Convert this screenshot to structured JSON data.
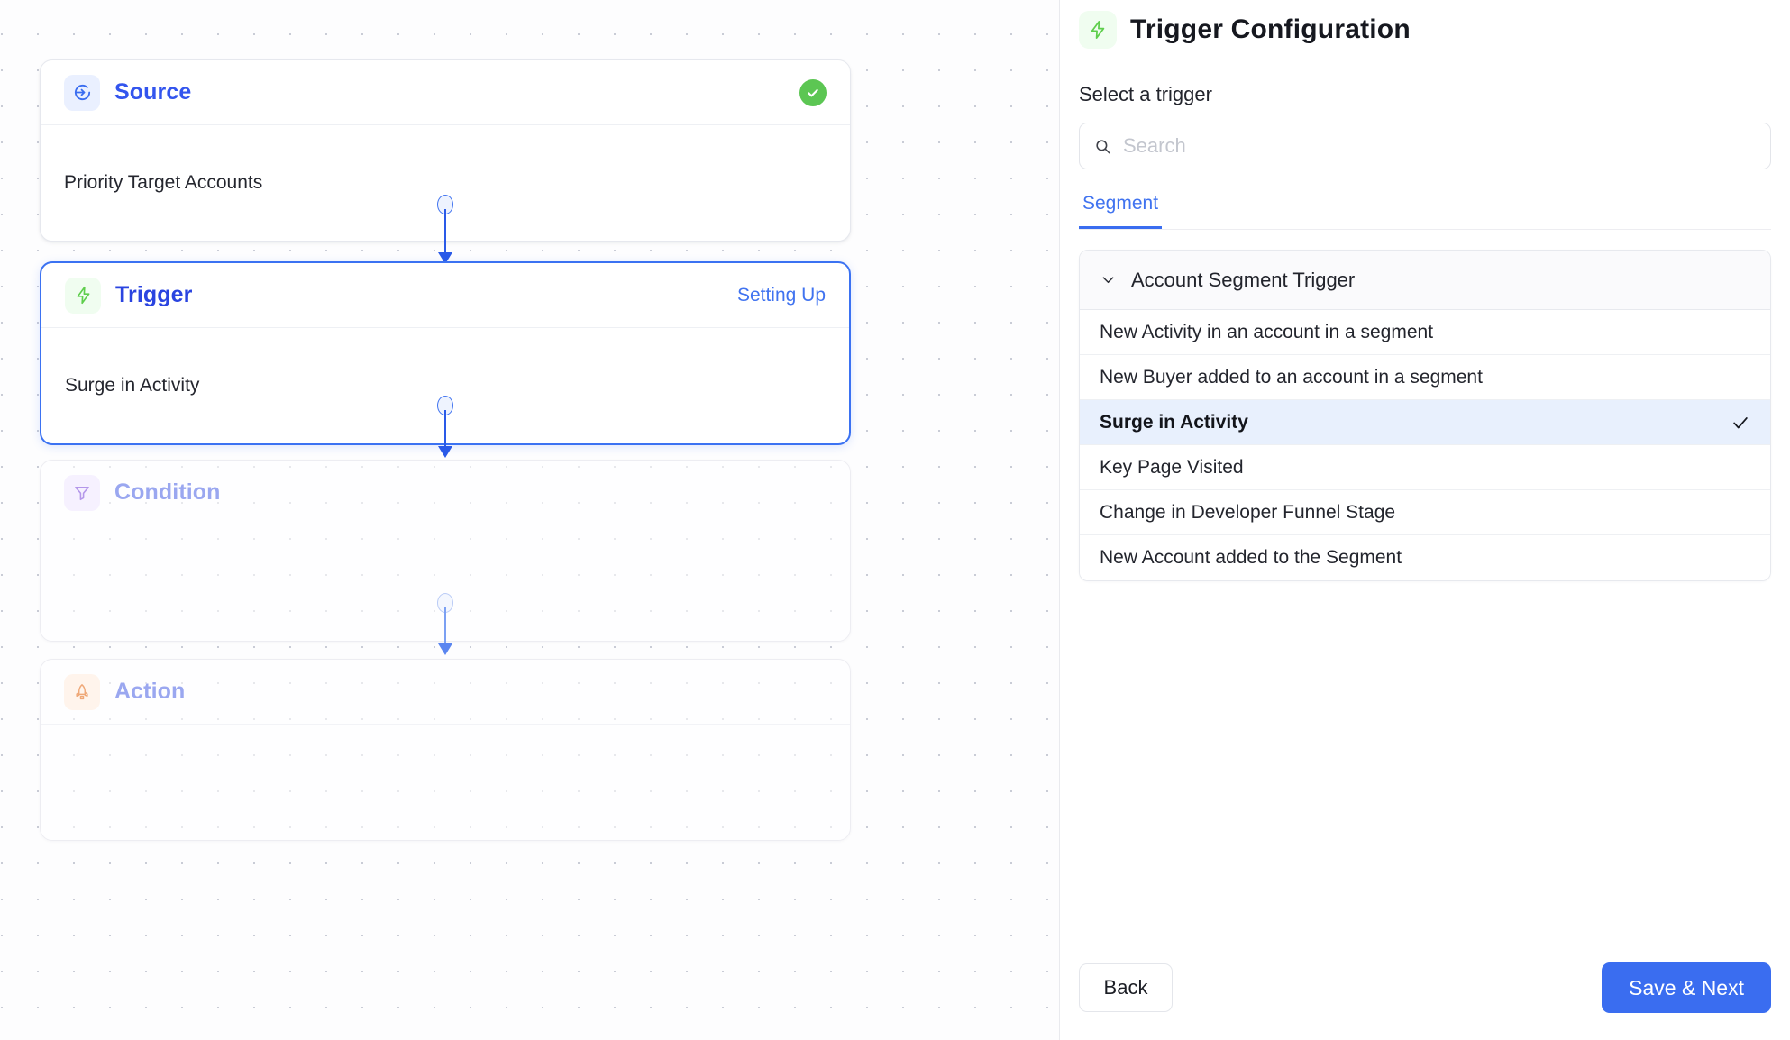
{
  "canvas": {
    "nodes": [
      {
        "id": "source",
        "title": "Source",
        "icon": "arrow-into-circle-icon",
        "body": "Priority Target Accounts",
        "status": "complete",
        "status_icon": "check-circle-icon",
        "state": "done"
      },
      {
        "id": "trigger",
        "title": "Trigger",
        "icon": "lightning-bolt-icon",
        "body": "Surge in Activity",
        "status_text": "Setting Up",
        "state": "selected"
      },
      {
        "id": "condition",
        "title": "Condition",
        "icon": "funnel-icon",
        "body": "",
        "state": "disabled"
      },
      {
        "id": "action",
        "title": "Action",
        "icon": "rocket-icon",
        "body": "",
        "state": "disabled"
      }
    ]
  },
  "panel": {
    "icon": "lightning-bolt-icon",
    "title": "Trigger Configuration",
    "select_label": "Select a trigger",
    "search": {
      "icon": "search-icon",
      "placeholder": "Search",
      "value": ""
    },
    "tabs": [
      {
        "label": "Segment",
        "active": true
      }
    ],
    "group": {
      "label": "Account Segment Trigger",
      "chevron": "chevron-down-icon",
      "expanded": true
    },
    "options": [
      {
        "label": "New Activity in an account in a segment",
        "selected": false
      },
      {
        "label": "New Buyer added to an account in a segment",
        "selected": false
      },
      {
        "label": "Surge in Activity",
        "selected": true,
        "check": "check-icon"
      },
      {
        "label": "Key Page Visited",
        "selected": false
      },
      {
        "label": "Change in Developer Funnel Stage",
        "selected": false
      },
      {
        "label": "New Account added to the Segment",
        "selected": false
      }
    ],
    "footer": {
      "back_label": "Back",
      "save_label": "Save & Next"
    }
  },
  "colors": {
    "accent_blue": "#3a6df0",
    "title_blue": "#3355ee",
    "success_green": "#5cc653",
    "muted_purple": "#9aa7f0",
    "selected_row": "#e8f0fd",
    "canvas_bg": "#fdfdfe"
  }
}
